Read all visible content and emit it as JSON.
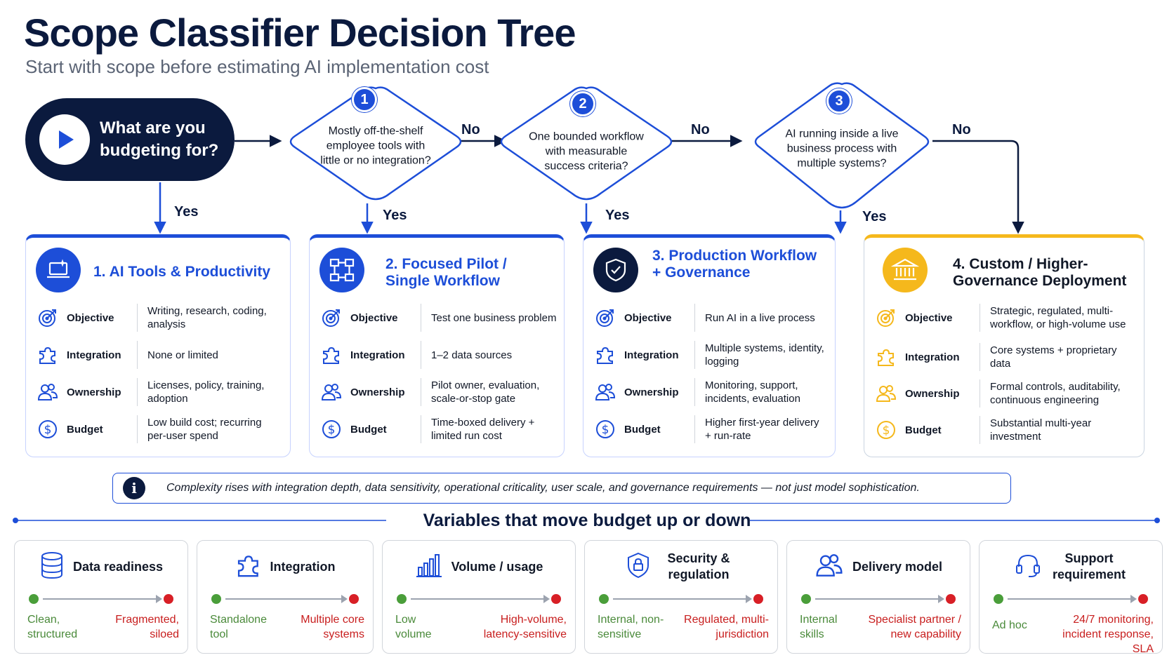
{
  "header": {
    "title": "Scope Classifier Decision Tree",
    "subtitle": "Start with scope before estimating AI implementation cost"
  },
  "start": {
    "label": "What are you budgeting for?"
  },
  "decisions": [
    {
      "number": "1",
      "question": "Mostly off-the-shelf employee tools with little or no integration?",
      "no_label": "No",
      "yes_label": "Yes"
    },
    {
      "number": "2",
      "question": "One bounded workflow with measurable success criteria?",
      "no_label": "No",
      "yes_label": "Yes"
    },
    {
      "number": "3",
      "question": "AI running inside a live business process with multiple systems?",
      "no_label": "No",
      "yes_label": "Yes"
    }
  ],
  "start_yes_label": "Yes",
  "row_labels": {
    "objective": "Objective",
    "integration": "Integration",
    "ownership": "Ownership",
    "budget": "Budget"
  },
  "cards": [
    {
      "title": "1. AI Tools & Productivity",
      "objective": "Writing, research, coding, analysis",
      "integration": "None or limited",
      "ownership": "Licenses, policy, training, adoption",
      "budget": "Low build cost; recurring per-user spend"
    },
    {
      "title": "2. Focused Pilot / Single Workflow",
      "objective": "Test one business problem",
      "integration": "1–2 data sources",
      "ownership": "Pilot owner, evaluation, scale-or-stop gate",
      "budget": "Time-boxed delivery + limited run cost"
    },
    {
      "title": "3. Production Workflow + Governance",
      "objective": "Run AI in a live process",
      "integration": "Multiple systems, identity, logging",
      "ownership": "Monitoring, support, incidents, evaluation",
      "budget": "Higher first-year delivery + run-rate"
    },
    {
      "title": "4. Custom / Higher-Governance Deployment",
      "objective": "Strategic, regulated, multi-workflow, or high-volume use",
      "integration": "Core systems + proprietary data",
      "ownership": "Formal controls, auditability, continuous engineering",
      "budget": "Substantial multi-year investment"
    }
  ],
  "banner": {
    "icon": "i",
    "text": "Complexity rises with integration depth, data sensitivity, operational criticality, user scale, and governance requirements — not just model sophistication."
  },
  "variables_title": "Variables that move budget up or down",
  "variables": [
    {
      "title": "Data readiness",
      "icon": "database-icon",
      "low": "Clean, structured",
      "high": "Fragmented, siloed"
    },
    {
      "title": "Integration",
      "icon": "puzzle-icon",
      "low": "Standalone tool",
      "high": "Multiple core systems"
    },
    {
      "title": "Volume / usage",
      "icon": "bar-chart-icon",
      "low": "Low volume",
      "high": "High-volume, latency-sensitive"
    },
    {
      "title": "Security & regulation",
      "icon": "shield-lock-icon",
      "low": "Internal, non-sensitive",
      "high": "Regulated, multi-jurisdiction"
    },
    {
      "title": "Delivery model",
      "icon": "people-icon",
      "low": "Internal skills",
      "high": "Specialist partner / new capability"
    },
    {
      "title": "Support requirement",
      "icon": "headset-icon",
      "low": "Ad hoc",
      "high": "24/7 monitoring, incident response, SLA"
    }
  ],
  "colors": {
    "navy": "#0b1a3e",
    "blue": "#1d4ed8",
    "gold": "#f5b81c",
    "green": "#4a9e3a",
    "red": "#d81f26"
  }
}
